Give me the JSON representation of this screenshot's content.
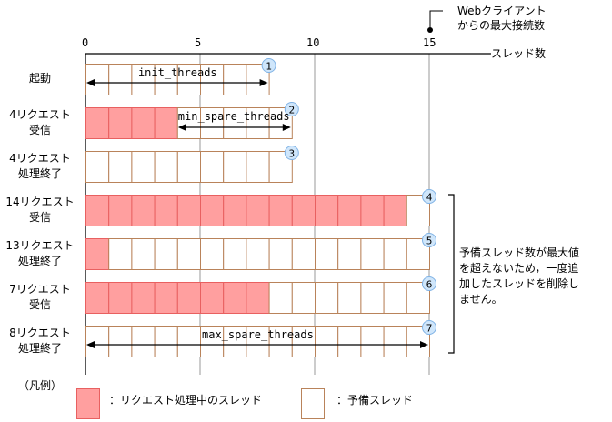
{
  "axis": {
    "label": "スレッド数",
    "ticks": [
      "0",
      "5",
      "10",
      "15"
    ],
    "max_label_line1": "Webクライアント",
    "max_label_line2": "からの最大接続数"
  },
  "rows": [
    {
      "label1": "起動",
      "label2": "",
      "busy": 0,
      "spare": 8,
      "marker": "1",
      "arrow": "init_threads"
    },
    {
      "label1": "4リクエスト",
      "label2": "受信",
      "busy": 4,
      "spare": 5,
      "marker": "2",
      "arrow": "min_spare_threads"
    },
    {
      "label1": "4リクエスト",
      "label2": "処理終了",
      "busy": 0,
      "spare": 9,
      "marker": "3",
      "arrow": ""
    },
    {
      "label1": "14リクエスト",
      "label2": "受信",
      "busy": 14,
      "spare": 1,
      "marker": "4",
      "arrow": ""
    },
    {
      "label1": "13リクエスト",
      "label2": "処理終了",
      "busy": 1,
      "spare": 14,
      "marker": "5",
      "arrow": ""
    },
    {
      "label1": "7リクエスト",
      "label2": "受信",
      "busy": 8,
      "spare": 7,
      "marker": "6",
      "arrow": ""
    },
    {
      "label1": "8リクエスト",
      "label2": "処理終了",
      "busy": 0,
      "spare": 15,
      "marker": "7",
      "arrow": "max_spare_threads"
    }
  ],
  "note": {
    "line1": "予備スレッド数が最大値",
    "line2": "を超えないため，一度追",
    "line3": "加したスレッドを削除し",
    "line4": "ません。"
  },
  "legend": {
    "title": "（凡例）",
    "busy_label": "：リクエスト処理中のスレッド",
    "spare_label": "：予備スレッド"
  },
  "colors": {
    "busy_fill": "#ff9f9f",
    "busy_stroke": "#e86060",
    "spare_stroke": "#b9835a",
    "marker_fill": "#cfe6fb",
    "marker_stroke": "#7fb2e5",
    "grid": "#999999"
  }
}
